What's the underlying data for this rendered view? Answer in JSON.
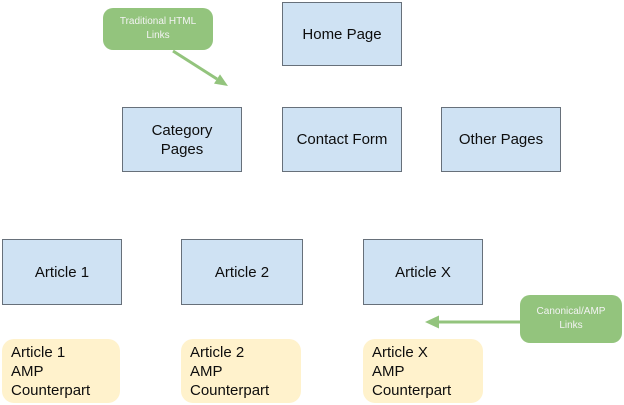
{
  "colors": {
    "blue-fill": "#cfe2f3",
    "blue-border": "#67707a",
    "yellow-fill": "#fff2cc",
    "green-fill": "#93c47d",
    "green-text": "#f3f3f3",
    "dark-text": "#0d0d0d",
    "canvas-bg": "#ffffff"
  },
  "diagram": {
    "nodes": {
      "home": {
        "label": "Home Page"
      },
      "category": {
        "label": "Category\nPages"
      },
      "contact": {
        "label": "Contact Form"
      },
      "other": {
        "label": "Other Pages"
      },
      "article1": {
        "label": "Article 1"
      },
      "article2": {
        "label": "Article 2"
      },
      "articlex": {
        "label": "Article X"
      },
      "amp1": {
        "label": "Article 1\nAMP\nCounterpart"
      },
      "amp2": {
        "label": "Article 2\nAMP\nCounterpart"
      },
      "ampx": {
        "label": "Article X\nAMP\nCounterpart"
      }
    },
    "callouts": {
      "traditional": {
        "label": "Traditional HTML\nLinks"
      },
      "canonical": {
        "label": "Canonical/AMP\nLinks"
      }
    }
  }
}
